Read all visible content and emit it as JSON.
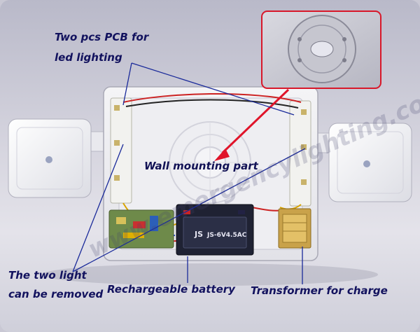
{
  "labels": {
    "pcb_line1": "Two pcs PCB for",
    "pcb_line2": "led lighting",
    "wall": "Wall mounting part",
    "removable_line1": "The two light",
    "removable_line2": "can be removed",
    "battery": "Rechargeable battery",
    "transformer": "Transformer for charge"
  },
  "battery_marking": {
    "brand": "JS",
    "model": "JS-6V4.5AC"
  },
  "watermark": "www.emergencylighting.com",
  "colors": {
    "annotation_text": "#12125e",
    "leader_line": "#1a2a9a",
    "pointer_arrow": "#e0142a",
    "inset_border": "#d8182a"
  }
}
